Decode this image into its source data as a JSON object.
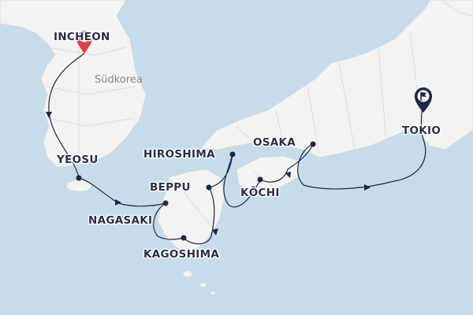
{
  "map": {
    "region_label": "Südkorea",
    "route_color": "#1e2746",
    "start_marker_color": "#e0404a",
    "end_marker_color": "#1e2746",
    "water_color": "#c6dcea",
    "land_color": "#f3f3f1",
    "ports": [
      {
        "name": "INCHEON",
        "role": "start"
      },
      {
        "name": "YEOSU"
      },
      {
        "name": "NAGASAKI"
      },
      {
        "name": "KAGOSHIMA"
      },
      {
        "name": "BEPPU"
      },
      {
        "name": "HIROSHIMA"
      },
      {
        "name": "KŌCHI"
      },
      {
        "name": "OSAKA"
      },
      {
        "name": "TOKIO",
        "role": "end"
      }
    ],
    "start_icon": "location-pin-icon",
    "end_icon": "flag-pin-icon"
  }
}
